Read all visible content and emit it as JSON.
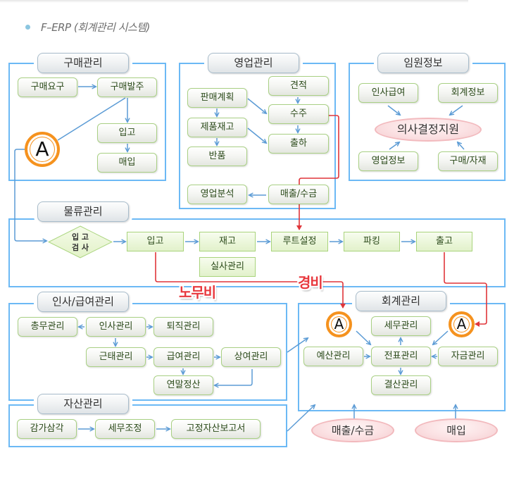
{
  "page": {
    "title": "F–ERP (회계관리 시스템)"
  },
  "sections": {
    "purchase": {
      "title": "구매관리",
      "nodes": {
        "request": "구매요구",
        "order": "구매발주",
        "receiving": "입고",
        "purchase": "매입"
      },
      "connector_label": "A"
    },
    "sales": {
      "title": "영업관리",
      "nodes": {
        "sales_plan": "판매계획",
        "product_stock": "제품재고",
        "returns": "반품",
        "quotation": "견적",
        "order_receipt": "수주",
        "shipment": "출하",
        "sales_analysis": "영업분석",
        "sales_collection": "매출/수금"
      }
    },
    "executive": {
      "title": "임원정보",
      "nodes": {
        "hr_payroll": "인사급여",
        "accounting_info": "회계정보",
        "decision_support": "의사결정지원",
        "sales_info": "영업정보",
        "purchase_material": "구매/자재"
      }
    },
    "logistics": {
      "title": "물류관리",
      "nodes": {
        "inspection_line1": "입 고",
        "inspection_line2": "검 사",
        "receiving": "입고",
        "inventory": "재고",
        "stock_audit": "실사관리",
        "route_setting": "루트설정",
        "picking": "파킹",
        "release": "출고"
      }
    },
    "hr": {
      "title": "인사/급여관리",
      "nodes": {
        "general_affairs": "총무관리",
        "personnel": "인사관리",
        "retirement": "퇴직관리",
        "attendance": "근태관리",
        "payroll": "급여관리",
        "bonus": "상여관리",
        "year_end": "연말정산"
      }
    },
    "assets": {
      "title": "자산관리",
      "nodes": {
        "depreciation": "감가삼각",
        "tax_adjustment": "세무조정",
        "fixed_asset_report": "고정자산보고서"
      }
    },
    "accounting": {
      "title": "회계관리",
      "nodes": {
        "tax": "세무관리",
        "budget": "예산관리",
        "voucher": "전표관리",
        "funds": "자금관리",
        "closing": "결산관리"
      },
      "connector_labels": [
        "A",
        "A"
      ],
      "inputs": {
        "sales_collection": "매출/수금",
        "purchase": "매입"
      }
    }
  },
  "flow_labels": {
    "labor_cost": "노무비",
    "expense": "경비"
  },
  "colors": {
    "section_border": "#6cb9f5",
    "connector_blue": "#5b9bd5",
    "connector_red": "#e0353a",
    "node_border": "#a9d084",
    "node_text": "#2b4a1a",
    "connector_circle": "#f5921e",
    "ellipse_border": "#f2b9bd",
    "flow_label": "#e8383d"
  }
}
